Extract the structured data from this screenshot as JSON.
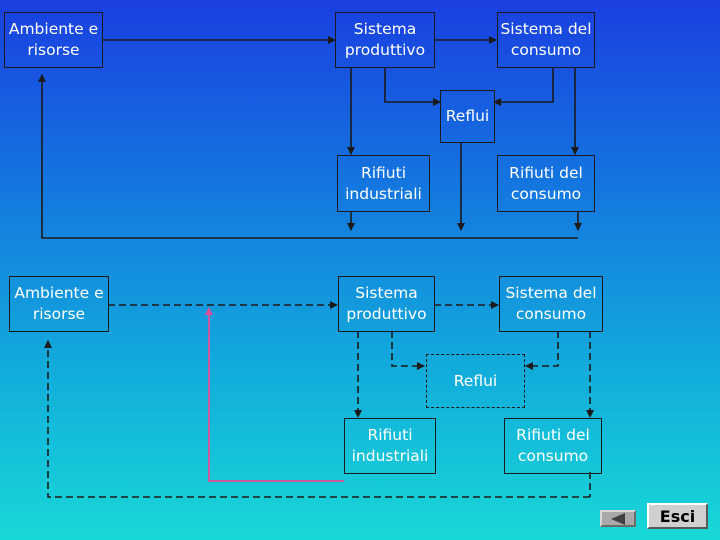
{
  "top": {
    "ambiente": "Ambiente e\nrisorse",
    "produttivo": "Sistema\nproduttivo",
    "consumo": "Sistema del\nconsumo",
    "reflui": "Reflui",
    "rifiuti_industriali": "Rifiuti\nindustriali",
    "rifiuti_consumo": "Rifiuti del\nconsumo"
  },
  "bottom": {
    "ambiente": "Ambiente e\nrisorse",
    "produttivo": "Sistema\nproduttivo",
    "consumo": "Sistema del\nconsumo",
    "reflui": "Reflui",
    "rifiuti_industriali": "Rifiuti\nindustriali",
    "rifiuti_consumo": "Rifiuti del\nconsumo"
  },
  "nav": {
    "exit_label": "Esci",
    "back_icon": "left-triangle"
  },
  "colors": {
    "line": "#1a1a1a",
    "recycle_line": "#e0509a"
  }
}
